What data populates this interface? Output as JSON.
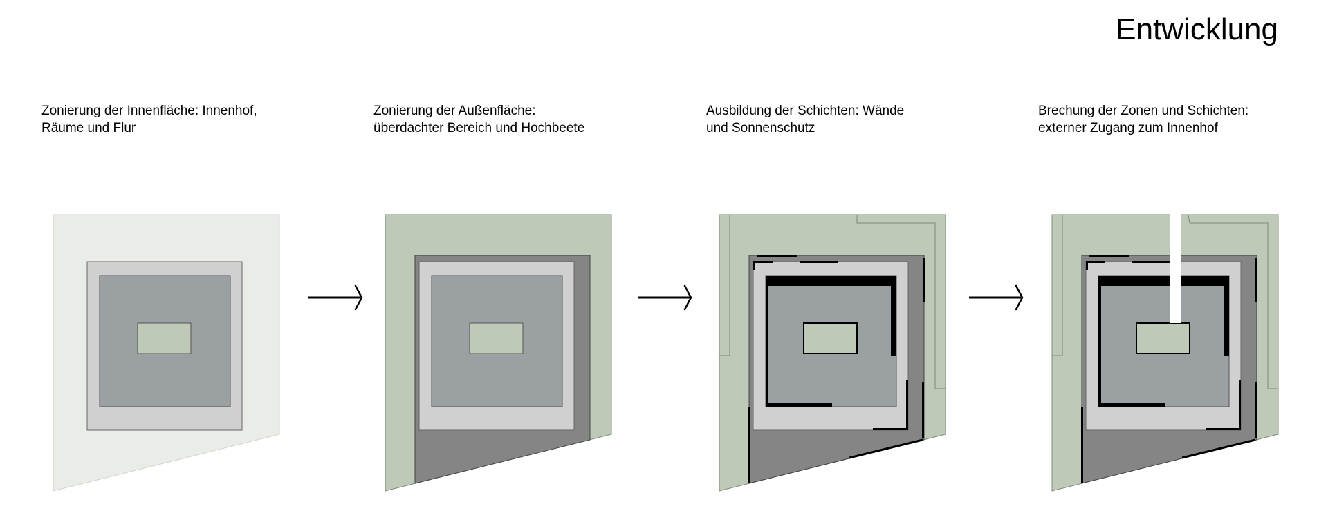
{
  "header": {
    "title": "Entwicklung"
  },
  "steps": [
    {
      "line1": "Zonierung der Innenfläche: Innenhof,",
      "line2": "Räume und Flur"
    },
    {
      "line1": "Zonierung der Außenfläche:",
      "line2": "überdachter Bereich und Hochbeete"
    },
    {
      "line1": "Ausbildung der Schichten: Wände",
      "line2": "und Sonnenschutz"
    },
    {
      "line1": "Brechung der Zonen und Schichten:",
      "line2": "externer Zugang zum Innenhof"
    }
  ],
  "colors": {
    "site_light": "#eaece8",
    "site_green": "#bec9b8",
    "covered_area": "#858585",
    "corridor": "#d0d0d0",
    "rooms": "#9ba0a2",
    "courtyard": "#bec9b8",
    "walls": "#000000"
  },
  "arrows": [
    "arrow-right-icon",
    "arrow-right-icon",
    "arrow-right-icon"
  ]
}
